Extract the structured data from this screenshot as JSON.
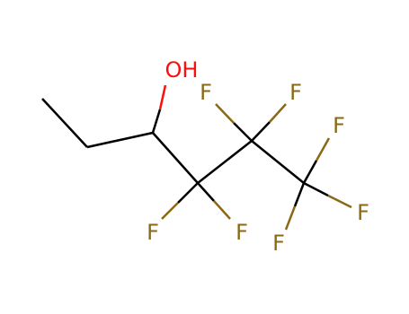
{
  "molecule": {
    "colors": {
      "bond": "#000000",
      "oxygen": "#ff0d0d",
      "fluorine": "#8b6914"
    },
    "labels": {
      "hydroxyl": "OH",
      "f1": "F",
      "f2": "F",
      "f3": "F",
      "f4": "F",
      "f5": "F",
      "f6": "F",
      "f7": "F"
    }
  }
}
